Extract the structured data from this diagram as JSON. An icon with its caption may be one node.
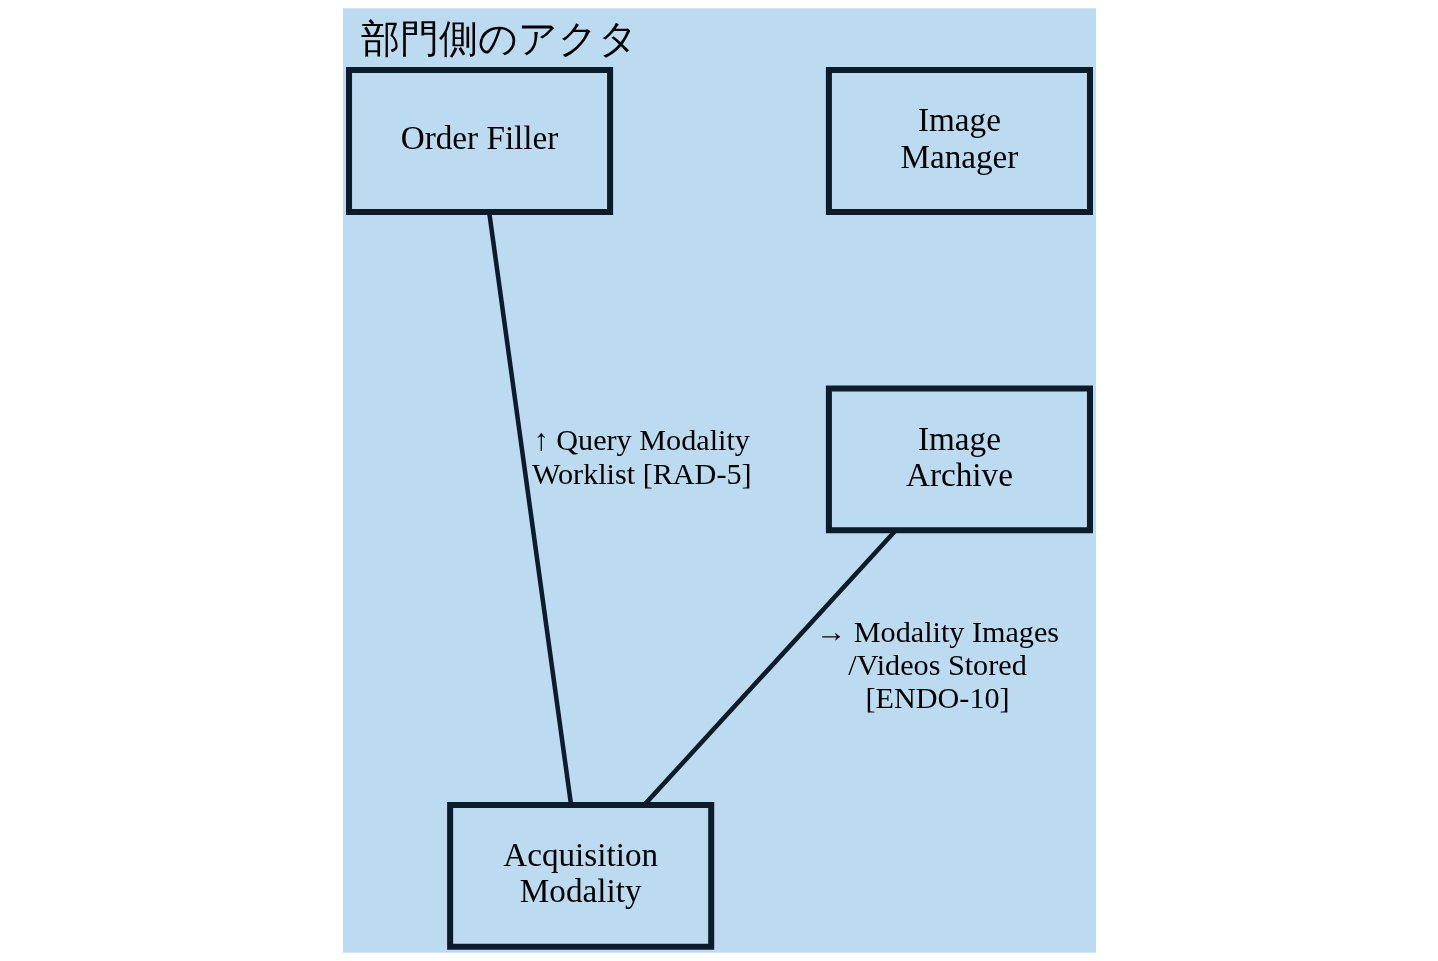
{
  "diagram": {
    "title": "部門側のアクタ",
    "nodes": [
      {
        "text": [
          "Order Filler"
        ]
      },
      {
        "text": [
          "Acquisition Modality"
        ]
      },
      {
        "text": [
          "Image Manager"
        ]
      },
      {
        "text": [
          "Image Archive"
        ]
      }
    ],
    "edges": [
      {
        "from": 1,
        "to": 0,
        "arrow": "none",
        "label": "↑ Query Modality Worklist [RAD-5]"
      },
      {
        "from": 1,
        "to": 3,
        "arrow": "none",
        "label": "→ Modality Images /Videos Stored [ENDO-10]"
      }
    ]
  }
}
